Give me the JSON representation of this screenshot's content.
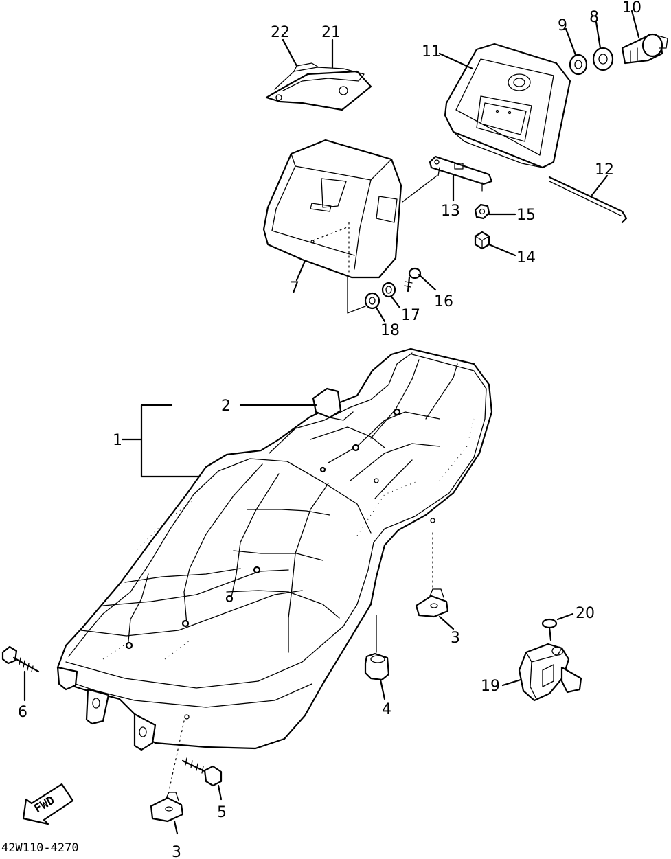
{
  "diagram": {
    "code": "42W110-4270",
    "fwd_label": "FWD",
    "callouts": [
      {
        "id": "c1",
        "label": "1"
      },
      {
        "id": "c2",
        "label": "2"
      },
      {
        "id": "c3a",
        "label": "3"
      },
      {
        "id": "c3b",
        "label": "3"
      },
      {
        "id": "c4",
        "label": "4"
      },
      {
        "id": "c5",
        "label": "5"
      },
      {
        "id": "c6",
        "label": "6"
      },
      {
        "id": "c7",
        "label": "7"
      },
      {
        "id": "c8",
        "label": "8"
      },
      {
        "id": "c9",
        "label": "9"
      },
      {
        "id": "c10",
        "label": "10"
      },
      {
        "id": "c11",
        "label": "11"
      },
      {
        "id": "c12",
        "label": "12"
      },
      {
        "id": "c13",
        "label": "13"
      },
      {
        "id": "c14",
        "label": "14"
      },
      {
        "id": "c15",
        "label": "15"
      },
      {
        "id": "c16",
        "label": "16"
      },
      {
        "id": "c17",
        "label": "17"
      },
      {
        "id": "c18",
        "label": "18"
      },
      {
        "id": "c19",
        "label": "19"
      },
      {
        "id": "c20",
        "label": "20"
      },
      {
        "id": "c21",
        "label": "21"
      },
      {
        "id": "c22",
        "label": "22"
      }
    ]
  }
}
